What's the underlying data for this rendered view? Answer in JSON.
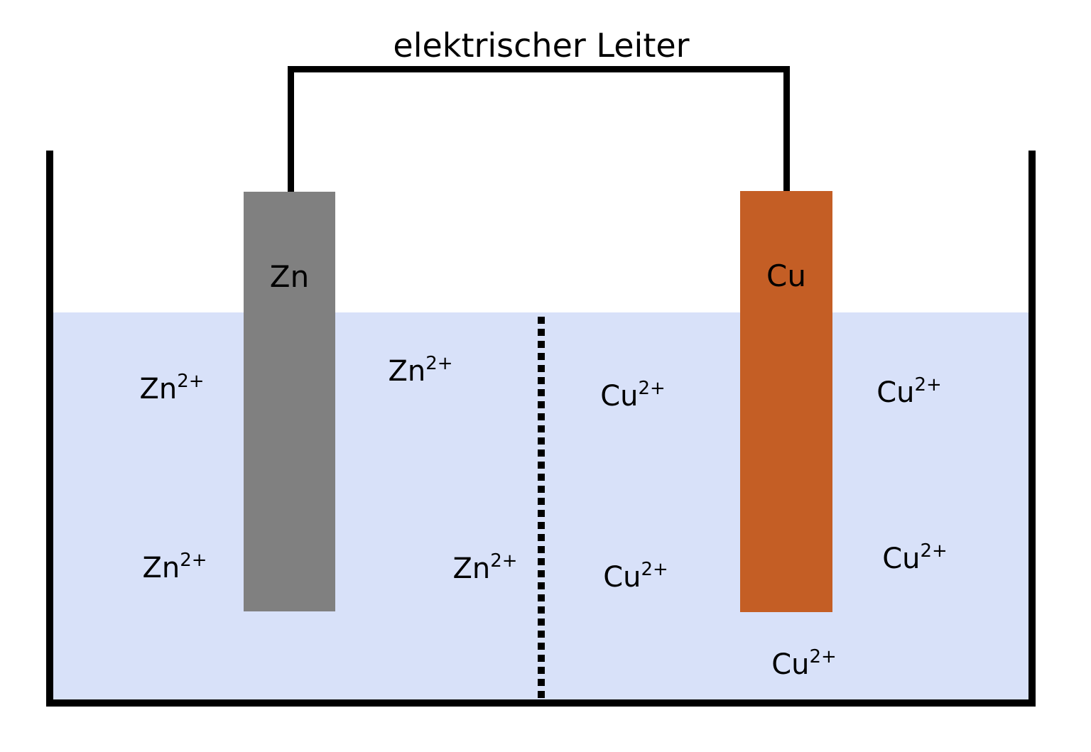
{
  "diagram": {
    "title": "elektrischer Leiter",
    "colors": {
      "background": "#FFFFFF",
      "text": "#000000",
      "outline": "#000000",
      "water": "#D8E1F9",
      "zinc": "#808080",
      "copper": "#C45E25"
    },
    "electrodes": [
      {
        "id": "zinc-electrode",
        "label": "Zn"
      },
      {
        "id": "copper-electrode",
        "label": "Cu"
      }
    ],
    "ions": [
      {
        "symbol": "Zn",
        "charge": "2+",
        "region": "left-half-upper-outer"
      },
      {
        "symbol": "Zn",
        "charge": "2+",
        "region": "left-half-upper-inner"
      },
      {
        "symbol": "Zn",
        "charge": "2+",
        "region": "left-half-lower-outer"
      },
      {
        "symbol": "Zn",
        "charge": "2+",
        "region": "left-half-lower-inner"
      },
      {
        "symbol": "Cu",
        "charge": "2+",
        "region": "right-half-upper-inner"
      },
      {
        "symbol": "Cu",
        "charge": "2+",
        "region": "right-half-upper-outer"
      },
      {
        "symbol": "Cu",
        "charge": "2+",
        "region": "right-half-lower-inner"
      },
      {
        "symbol": "Cu",
        "charge": "2+",
        "region": "right-half-lower-outer"
      },
      {
        "symbol": "Cu",
        "charge": "2+",
        "region": "right-half-bottom"
      }
    ]
  }
}
